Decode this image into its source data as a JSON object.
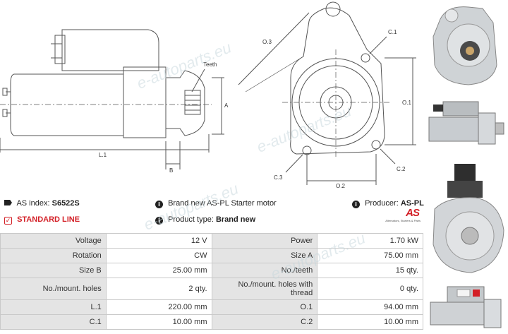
{
  "drawing": {
    "labels": {
      "teeth": "Teeth",
      "a": "A",
      "b": "B",
      "l1": "L.1",
      "o1": "O.1",
      "o2": "O.2",
      "o3": "O.3",
      "c1": "C.1",
      "c2": "C.2",
      "c3": "C.3"
    }
  },
  "info": {
    "as_index_label": "AS index:",
    "as_index_value": "S6522S",
    "description": "Brand new AS-PL Starter motor",
    "producer_label": "Producer:",
    "producer_value": "AS-PL",
    "standard_line": "STANDARD LINE",
    "product_type_label": "Product type:",
    "product_type_value": "Brand new",
    "logo_text": "AS",
    "logo_sub": "Alternators, Starters & Parts"
  },
  "specs": [
    {
      "k1": "Voltage",
      "v1": "12 V",
      "k2": "Power",
      "v2": "1.70 kW"
    },
    {
      "k1": "Rotation",
      "v1": "CW",
      "k2": "Size A",
      "v2": "75.00 mm"
    },
    {
      "k1": "Size B",
      "v1": "25.00 mm",
      "k2": "No./teeth",
      "v2": "15 qty."
    },
    {
      "k1": "No./mount. holes",
      "v1": "2 qty.",
      "k2": "No./mount. holes with thread",
      "v2": "0 qty."
    },
    {
      "k1": "L.1",
      "v1": "220.00 mm",
      "k2": "O.1",
      "v2": "94.00 mm"
    },
    {
      "k1": "C.1",
      "v1": "10.00 mm",
      "k2": "C.2",
      "v2": "10.00 mm"
    }
  ],
  "watermark": "e-autoparts.eu",
  "colors": {
    "brand_red": "#d31f26",
    "header_cell": "#e4e4e4",
    "line": "#555555"
  },
  "thumbnails": [
    "starter-photo-front",
    "starter-photo-side",
    "starter-photo-flange",
    "starter-photo-label"
  ]
}
